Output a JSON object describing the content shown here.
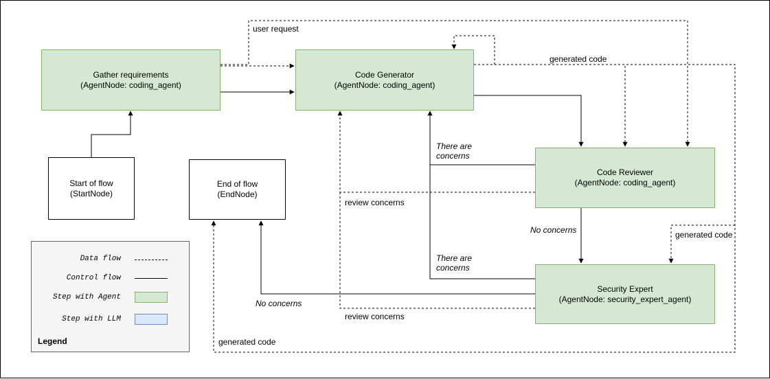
{
  "nodes": {
    "gather": {
      "title": "Gather requirements",
      "type": "(AgentNode: coding_agent)"
    },
    "generator": {
      "title": "Code Generator",
      "type": "(AgentNode: coding_agent)"
    },
    "reviewer": {
      "title": "Code Reviewer",
      "type": "(AgentNode: coding_agent)"
    },
    "security": {
      "title": "Security Expert",
      "type": "(AgentNode: security_expert_agent)"
    },
    "start": {
      "title": "Start of flow",
      "type": "(StartNode)"
    },
    "end": {
      "title": "End of flow",
      "type": "(EndNode)"
    }
  },
  "edge_labels": {
    "user_request": "user request",
    "generated_code_top": "generated code",
    "generated_code_right": "generated code",
    "generated_code_bottom": "generated code",
    "review_concerns_1": "review concerns",
    "review_concerns_2": "review concerns",
    "there_are_concerns_1": "There are\nconcerns",
    "there_are_concerns_2": "There are\nconcerns",
    "no_concerns_1": "No concerns",
    "no_concerns_2": "No concerns"
  },
  "legend": {
    "title": "Legend",
    "data_flow": "Data flow",
    "control_flow": "Control flow",
    "step_agent": "Step with Agent",
    "step_llm": "Step with LLM"
  },
  "colors": {
    "agent_fill": "#d5e8d4",
    "agent_border": "#82b366",
    "llm_fill": "#dae8fc",
    "llm_border": "#6c8ebf",
    "legend_fill": "#f5f5f5"
  }
}
